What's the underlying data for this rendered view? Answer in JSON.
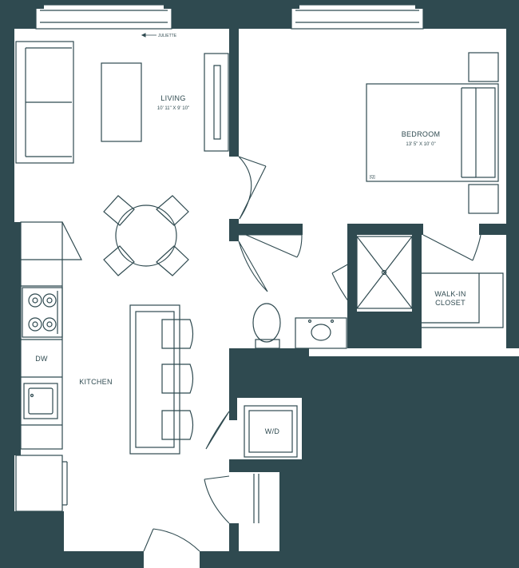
{
  "colors": {
    "wall": "#2f4a50",
    "line": "#2f4a50",
    "background": "#ffffff"
  },
  "rooms": {
    "living": {
      "name": "LIVING",
      "dims": "10' 11\" X 9' 10\""
    },
    "bedroom": {
      "name": "BEDROOM",
      "dims": "13' 5\" X 10' 0\"",
      "tag": "[Q]"
    },
    "kitchen": {
      "name": "KITCHEN"
    },
    "closet": {
      "line1": "WALK-IN",
      "line2": "CLOSET"
    },
    "laundry": {
      "name": "W/D"
    },
    "dishwasher": {
      "name": "DW"
    }
  },
  "annotations": {
    "juliette": "JULIETTE"
  }
}
